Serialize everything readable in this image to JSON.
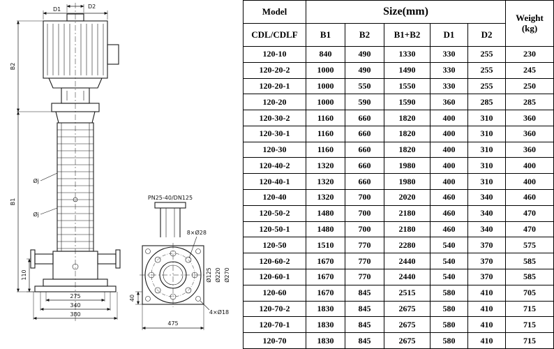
{
  "table": {
    "header": {
      "model": "Model",
      "model_sub": "CDL/CDLF",
      "size": "Size(mm)",
      "size_cols": [
        "B1",
        "B2",
        "B1+B2",
        "D1",
        "D2"
      ],
      "weight_top": "Weight",
      "weight_bottom": "(kg)"
    },
    "rows": [
      [
        "120-10",
        "840",
        "490",
        "1330",
        "330",
        "255",
        "230"
      ],
      [
        "120-20-2",
        "1000",
        "490",
        "1490",
        "330",
        "255",
        "245"
      ],
      [
        "120-20-1",
        "1000",
        "550",
        "1550",
        "330",
        "255",
        "250"
      ],
      [
        "120-20",
        "1000",
        "590",
        "1590",
        "360",
        "285",
        "285"
      ],
      [
        "120-30-2",
        "1160",
        "660",
        "1820",
        "400",
        "310",
        "360"
      ],
      [
        "120-30-1",
        "1160",
        "660",
        "1820",
        "400",
        "310",
        "360"
      ],
      [
        "120-30",
        "1160",
        "660",
        "1820",
        "400",
        "310",
        "360"
      ],
      [
        "120-40-2",
        "1320",
        "660",
        "1980",
        "400",
        "310",
        "400"
      ],
      [
        "120-40-1",
        "1320",
        "660",
        "1980",
        "400",
        "310",
        "400"
      ],
      [
        "120-40",
        "1320",
        "700",
        "2020",
        "460",
        "340",
        "460"
      ],
      [
        "120-50-2",
        "1480",
        "700",
        "2180",
        "460",
        "340",
        "470"
      ],
      [
        "120-50-1",
        "1480",
        "700",
        "2180",
        "460",
        "340",
        "470"
      ],
      [
        "120-50",
        "1510",
        "770",
        "2280",
        "540",
        "370",
        "575"
      ],
      [
        "120-60-2",
        "1670",
        "770",
        "2440",
        "540",
        "370",
        "585"
      ],
      [
        "120-60-1",
        "1670",
        "770",
        "2440",
        "540",
        "370",
        "585"
      ],
      [
        "120-60",
        "1670",
        "845",
        "2515",
        "580",
        "410",
        "705"
      ],
      [
        "120-70-2",
        "1830",
        "845",
        "2675",
        "580",
        "410",
        "715"
      ],
      [
        "120-70-1",
        "1830",
        "845",
        "2675",
        "580",
        "410",
        "715"
      ],
      [
        "120-70",
        "1830",
        "845",
        "2675",
        "580",
        "410",
        "715"
      ]
    ]
  },
  "diagram": {
    "d2": "D2",
    "d1": "D1",
    "b2": "B2",
    "b1": "B1",
    "h110": "110",
    "w275": "275",
    "w340": "340",
    "w380": "380",
    "w475": "475",
    "t40": "40",
    "phi_j1": "Øj",
    "phi_j2": "Øj",
    "flange_spec": "PN25-40/DN125",
    "bolt_holes": "8×Ø28",
    "d125": "Ø125",
    "d220": "Ø220",
    "d270": "Ø270",
    "base_holes": "4×Ø18"
  }
}
